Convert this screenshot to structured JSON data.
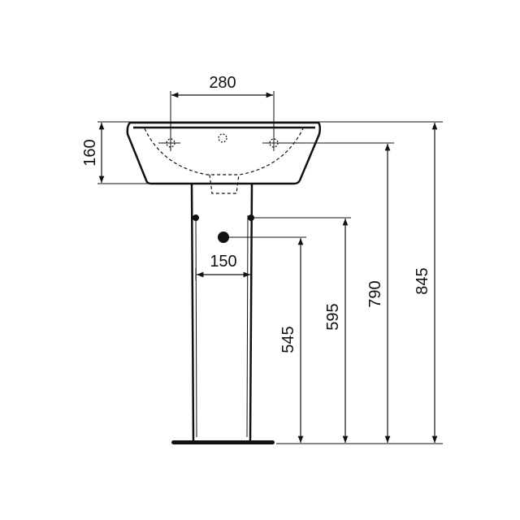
{
  "dimensions": {
    "tap_hole_spacing": "280",
    "basin_height": "160",
    "fixing_spacing": "150",
    "waste_height": "545",
    "fixing_height": "595",
    "overflow_height": "790",
    "total_height": "845"
  },
  "colors": {
    "line": "#111111",
    "background": "#ffffff"
  }
}
